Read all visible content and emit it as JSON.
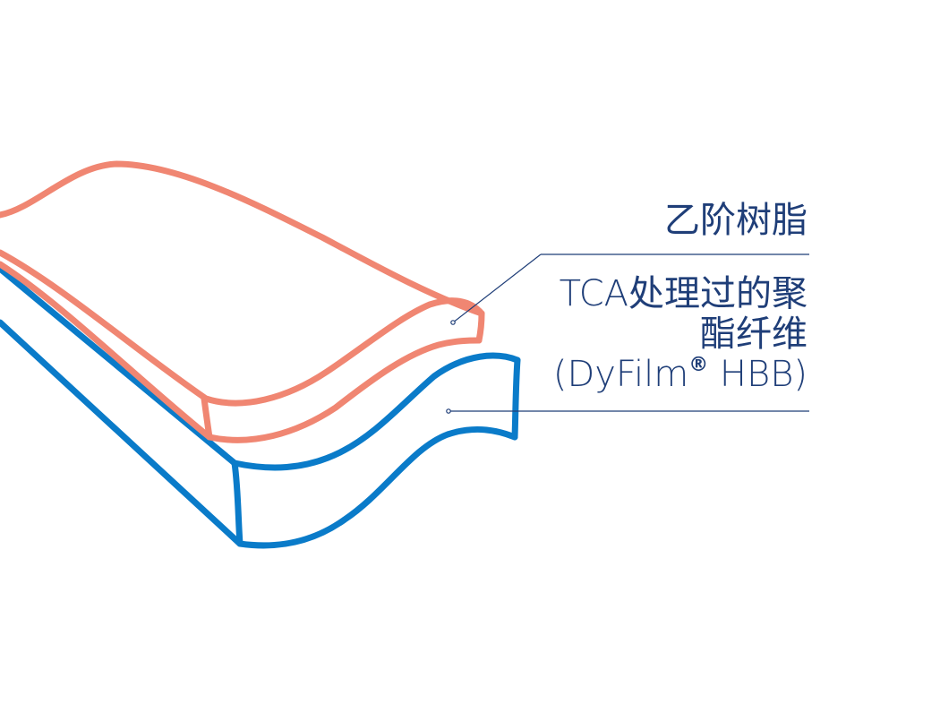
{
  "labels": {
    "resin": "乙阶树脂",
    "fiber_line1": "TCA处理过的聚",
    "fiber_line2": "酯纤维",
    "fiber_line3_prefix": "(DyFilm",
    "fiber_line3_mark": "®",
    "fiber_line3_suffix": " HBB)"
  },
  "colors": {
    "resin_layer": "#f08672",
    "fiber_layer": "#0a7bc9",
    "text": "#1f3e78",
    "leader_line": "#1f3e78"
  }
}
